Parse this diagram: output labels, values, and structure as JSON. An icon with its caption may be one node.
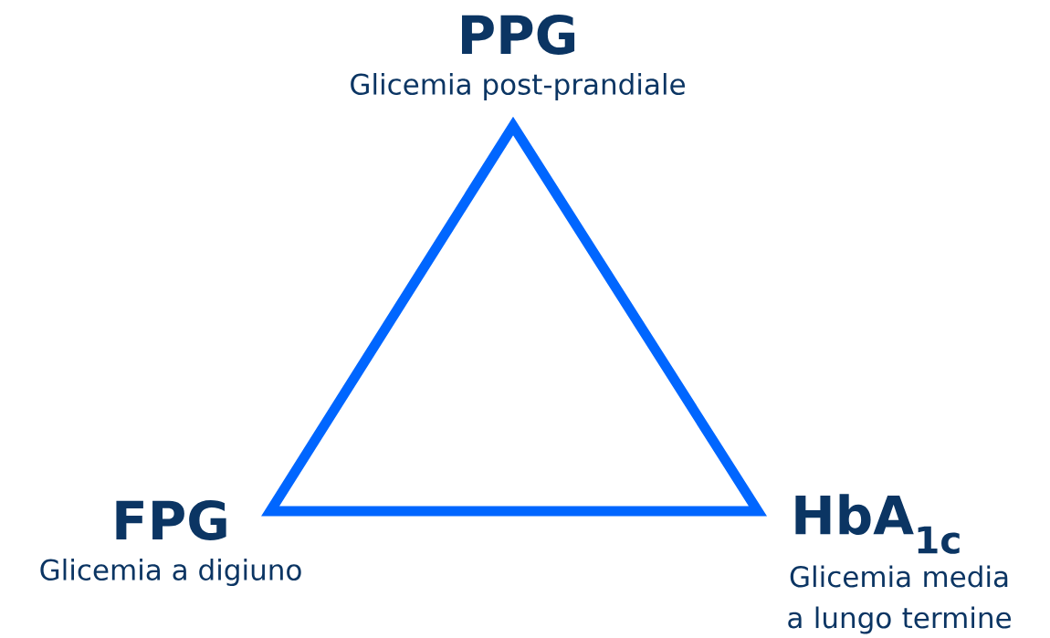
{
  "diagram": {
    "nodes": [
      {
        "text": [],
        "shape": "triangle"
      }
    ],
    "labels": [
      "PPG",
      "Glicemia post-prandiale",
      "FPG",
      "Glicemia a digiuno",
      "HbA$_{1c}$",
      "Glicemia media a lungo termine"
    ]
  }
}
